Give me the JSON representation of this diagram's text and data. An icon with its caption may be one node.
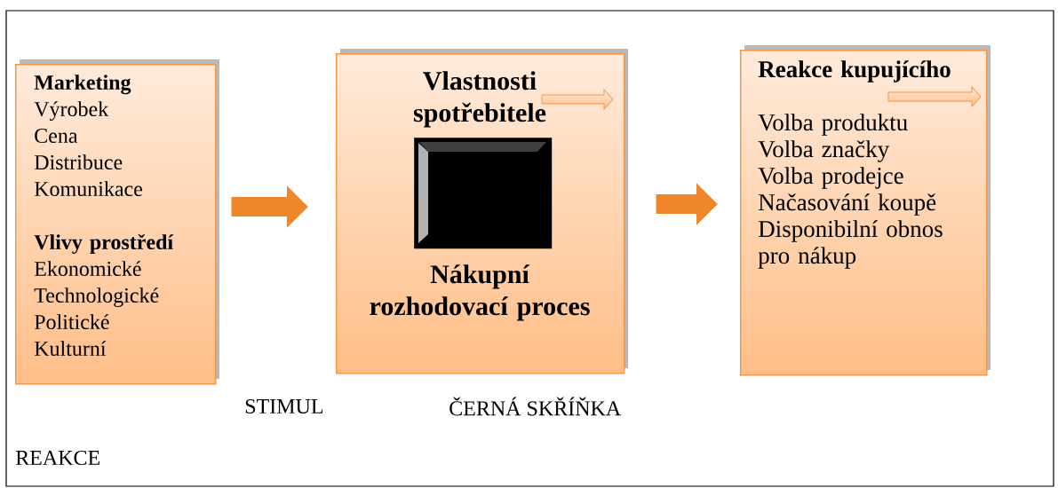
{
  "diagram": {
    "nodes": [
      {
        "text": [
          "Marketing",
          "Výrobek",
          "Cena",
          "Distribuce",
          "Komunikace",
          "Vlivy prostředí",
          "Ekonomické",
          "Technologické",
          "Politické",
          "Kulturní"
        ]
      },
      {
        "text": [
          "Vlastnosti spotřebitele",
          "Nákupní rozhodovací proces"
        ]
      },
      {
        "text": [
          "Reakce kupujícího",
          "Volba produktu",
          "Volba značky",
          "Volba prodejce",
          "Načasování koupě",
          "Disponibilní obnos pro nákup"
        ]
      },
      {
        "text": [],
        "shape": "box",
        "in": 1
      }
    ],
    "edges": [
      {
        "from": 0,
        "to": 1,
        "arrow": "to"
      },
      {
        "from": 1,
        "to": 2,
        "arrow": "to"
      }
    ],
    "labels": [
      "STIMUL",
      "ČERNÁ SKŘÍŇKA",
      "REAKCE"
    ]
  }
}
